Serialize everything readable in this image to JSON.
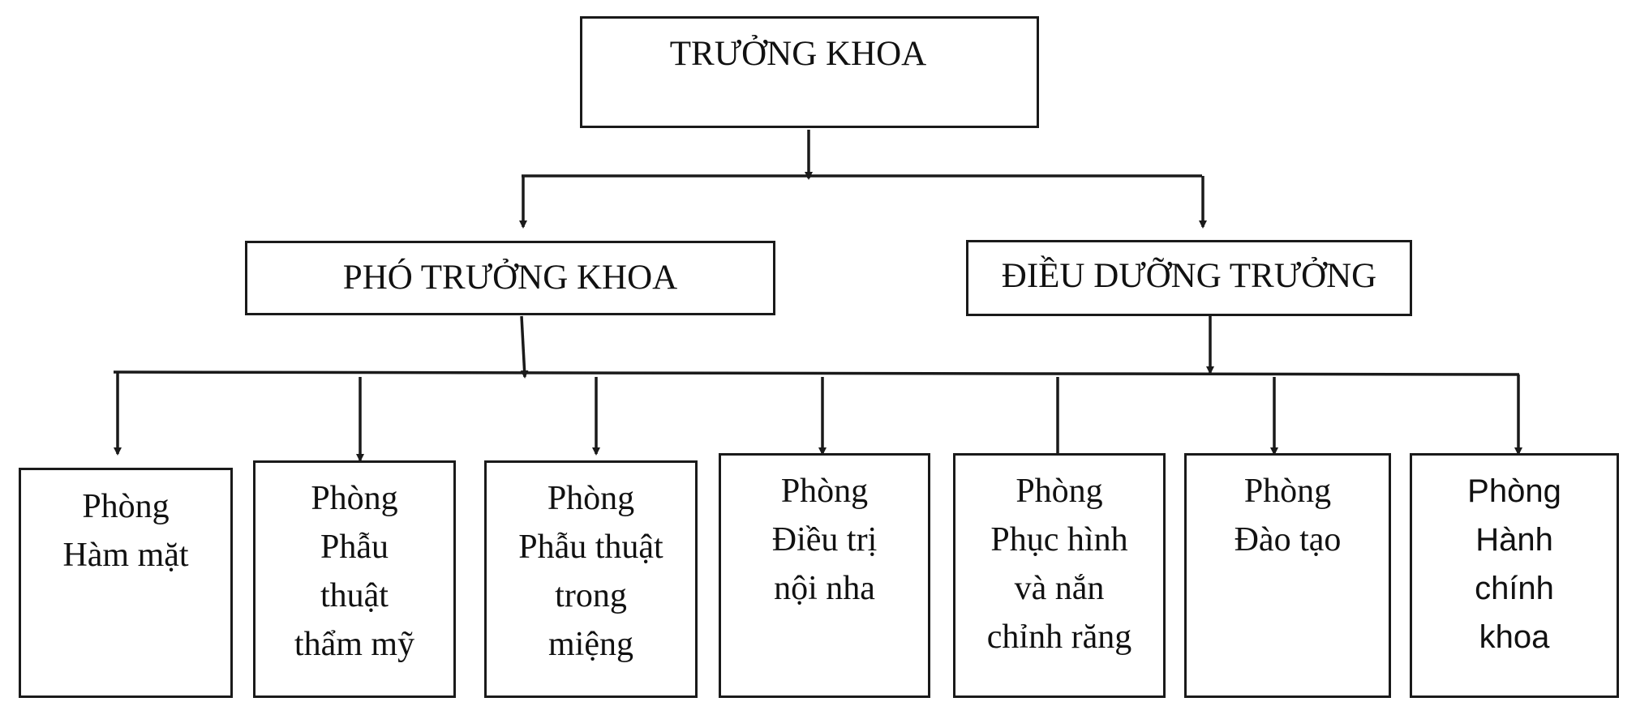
{
  "head": "TRƯỞNG KHOA",
  "deputies": [
    "PHÓ TRƯỞNG KHOA",
    "ĐIỀU DƯỠNG TRƯỞNG"
  ],
  "departments": [
    "Phòng\nHàm mặt",
    "Phòng\nPhẫu\nthuật\nthẩm mỹ",
    "Phòng\nPhẫu thuật\ntrong\nmiệng",
    "Phòng\nĐiều trị\nnội nha",
    "Phòng\nPhục hình\nvà nắn\nchỉnh răng",
    "Phòng\nĐào tạo",
    "Phòng\nHành\nchính\nkhoa"
  ],
  "colors": {
    "line": "#1a1a1a",
    "text": "#111111",
    "background": "#ffffff"
  }
}
